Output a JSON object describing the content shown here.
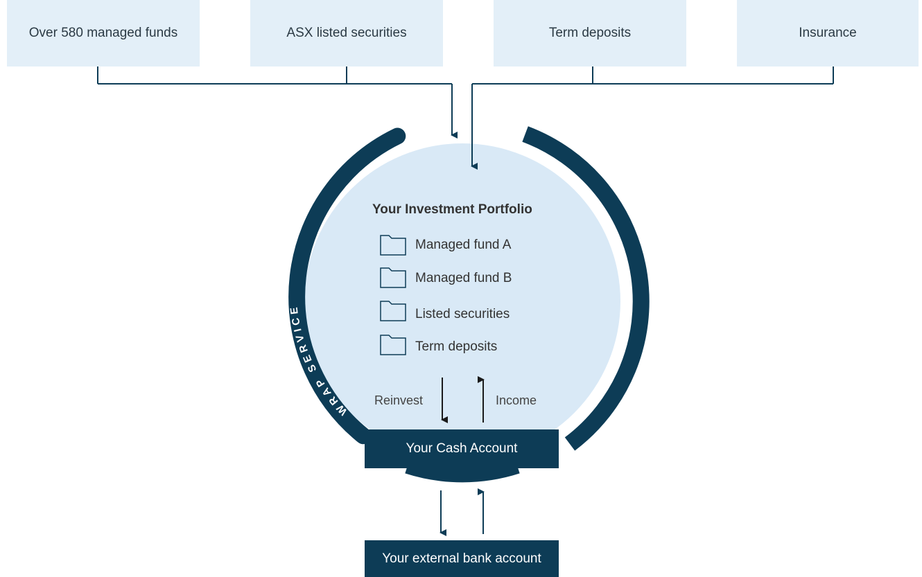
{
  "sources": [
    {
      "label": "Over 580 managed funds"
    },
    {
      "label": "ASX listed securities"
    },
    {
      "label": "Term deposits"
    },
    {
      "label": "Insurance"
    }
  ],
  "ring": {
    "left_label": "WRAP SERVICE",
    "right_label": "WRAP SERVICE"
  },
  "portfolio": {
    "title": "Your Investment Portfolio",
    "items": [
      {
        "label": "Managed fund A",
        "icon": "folder-icon"
      },
      {
        "label": "Managed fund B",
        "icon": "folder-icon"
      },
      {
        "label": "Listed securities",
        "icon": "folder-icon"
      },
      {
        "label": "Term deposits",
        "icon": "folder-icon"
      }
    ]
  },
  "flows": {
    "reinvest": "Reinvest",
    "income": "Income"
  },
  "cash_account": {
    "label": "Your Cash Account"
  },
  "bank_account": {
    "label": "Your external bank account"
  },
  "colors": {
    "ring": "#0d3c56",
    "circle_fill": "#d9e9f6",
    "source_box": "#e3eff8",
    "dark_box": "#0d3c56",
    "connector": "#0d3c56"
  }
}
